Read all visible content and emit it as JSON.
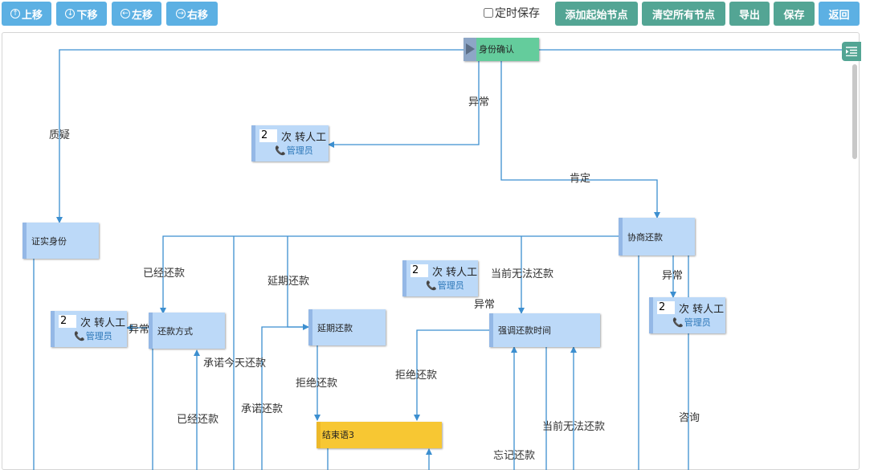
{
  "toolbar": {
    "move_up": "上移",
    "move_down": "下移",
    "move_left": "左移",
    "move_right": "右移",
    "auto_save": "定时保存",
    "add_start_node": "添加起始节点",
    "clear_all_nodes": "清空所有节点",
    "export": "导出",
    "save": "保存",
    "back": "返回"
  },
  "nodes": {
    "start": "身份确认",
    "verify_identity": "证实身份",
    "negotiate": "协商还款",
    "repay_method": "还款方式",
    "deferred_repay": "延期还款",
    "emphasize_time": "强调还款时间",
    "end3": "结束语3"
  },
  "transfers": {
    "count_value": "2",
    "count_unit": "次",
    "action": "转人工",
    "role": "管理员"
  },
  "edge_labels": {
    "doubt": "质疑",
    "abnormal_top": "异常",
    "affirm": "肯定",
    "already_repaid_left": "已经还款",
    "extend_repay": "延期还款",
    "cannot_repay_now_top": "当前无法还款",
    "abnormal_right": "异常",
    "abnormal_mid": "异常",
    "abnormal_left": "异常",
    "promise_today": "承诺今天还款",
    "refuse_repay_mid": "拒绝还款",
    "refuse_repay_right": "拒绝还款",
    "already_repaid_bottom": "已经还款",
    "promise_repay": "承诺还款",
    "consult": "咨询",
    "cannot_repay_now_bottom": "当前无法还款",
    "forgot_repay": "忘记还款"
  },
  "colors": {
    "toolbar_blue": "#5cb0e3",
    "toolbar_teal": "#53a594",
    "node_fill": "#bcd9f8",
    "start_green": "#64cc9c",
    "end_yellow": "#f7c733",
    "edge_blue": "#3c8fd0"
  }
}
